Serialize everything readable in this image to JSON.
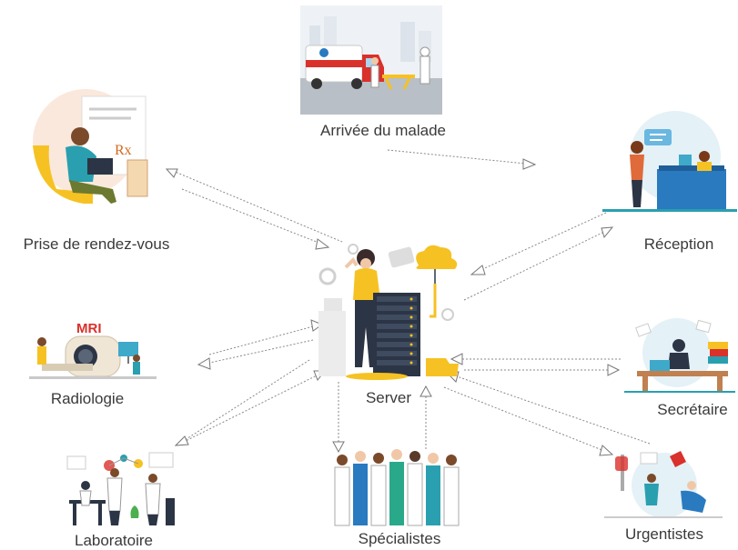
{
  "nodes": {
    "arrivee": "Arrivée du malade",
    "rendezvous": "Prise de rendez-vous",
    "reception": "Réception",
    "radiologie": "Radiologie",
    "server": "Server",
    "secretaire": "Secrétaire",
    "laboratoire": "Laboratoire",
    "specialistes": "Spécialistes",
    "urgentistes": "Urgentistes"
  },
  "mri_sign": "MRI",
  "rx_sign": "Rx",
  "colors": {
    "accent_yellow": "#f6c223",
    "server_dark": "#2c3545",
    "teal": "#2a9fb0",
    "ambulance_red": "#d9312b",
    "connector": "#8a8a8a",
    "label_text": "#3a3a3a"
  },
  "connections": [
    {
      "from": "rendezvous",
      "to": "server",
      "direction": "both"
    },
    {
      "from": "arrivee",
      "to": "reception",
      "direction": "one-way"
    },
    {
      "from": "reception",
      "to": "server",
      "direction": "both"
    },
    {
      "from": "radiologie",
      "to": "server",
      "direction": "both"
    },
    {
      "from": "secretaire",
      "to": "server",
      "direction": "both"
    },
    {
      "from": "laboratoire",
      "to": "server",
      "direction": "both"
    },
    {
      "from": "specialistes",
      "to": "server",
      "direction": "both"
    },
    {
      "from": "urgentistes",
      "to": "server",
      "direction": "both"
    }
  ]
}
